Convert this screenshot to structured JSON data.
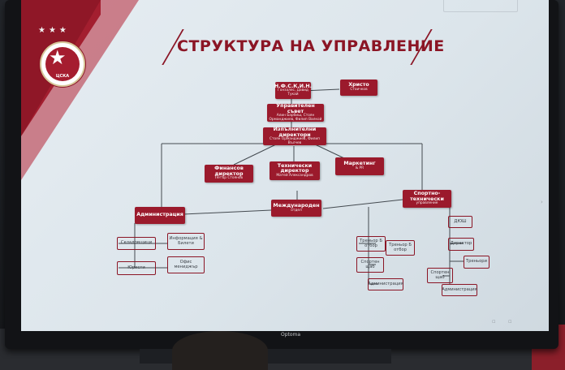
{
  "slide": {
    "title": "СТРУКТУРА НА УПРАВЛЕНИЕ",
    "logo_text": "ЦСКА",
    "top_boxes": {
      "nfskin": {
        "main": "Н.Ф.С.К.И.Н.",
        "sub": "Гонзалес, Давид Тукай"
      },
      "hristo": {
        "main": "Христо",
        "sub": "Стоичков"
      },
      "board": {
        "main": "Управителен съвет",
        "sub": "Алин Барбиш, Стоян Орманджиев, Филип Валкой"
      },
      "execs": {
        "main": "Изпълнителни директори",
        "sub": "Стоян Орманджиев, Филип Вълчев"
      }
    },
    "directors": {
      "finance": {
        "main": "Финансов директор",
        "sub": "Петър Стоянов"
      },
      "technical": {
        "main": "Технически директор",
        "sub": "Матей Александров"
      },
      "marketing": {
        "main": "Маркетинг",
        "sub": "& PR"
      }
    },
    "divisions": {
      "admin": {
        "main": "Администрация"
      },
      "intl": {
        "main": "Международен",
        "sub": "отдел"
      },
      "sport": {
        "main": "Спортно-технически",
        "sub": "управление"
      }
    },
    "admin_children": {
      "warehouse": "Складовщици",
      "info": "Информация & Билети",
      "lawyers": "Юристи",
      "office": "Офис мениджър"
    },
    "sport_left": {
      "coach_a": "Треньор Б отбор",
      "coach_b": "Треньор Б отбор",
      "staff": "Спортен щаб",
      "admin": "Администрация"
    },
    "sport_right": {
      "dyush": "ДЮШ",
      "director": "Директор",
      "coaches": "Треньори",
      "staff": "Спортен щаб",
      "admin": "Администрация"
    },
    "monitor_brand": "Optoma"
  },
  "colors": {
    "brand_red": "#9b1a2c",
    "screen_bg": "#e3eaef"
  }
}
